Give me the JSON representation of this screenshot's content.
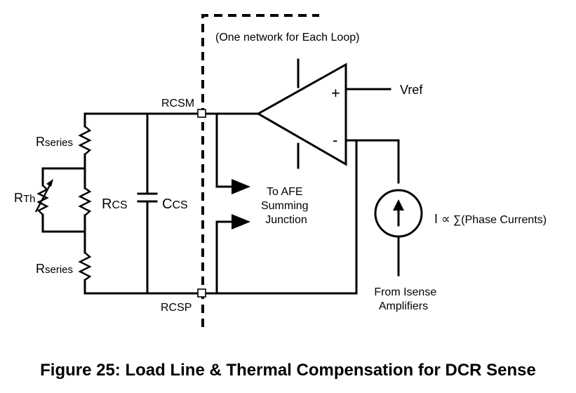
{
  "caption": "Figure 25: Load Line & Thermal Compensation for DCR Sense",
  "labels": {
    "network_note": "(One network for Each Loop)",
    "vref": "Vref",
    "rcsm": "RCSM",
    "rcsp": "RCSP",
    "to_afe_line1": "To AFE",
    "to_afe_line2": "Summing",
    "to_afe_line3": "Junction",
    "from_isense_line1": "From Isense",
    "from_isense_line2": "Amplifiers",
    "plus": "+",
    "minus": "-",
    "phase_currents": "(Phase Currents)",
    "proportional_symbol": "∝",
    "sigma_symbol": "∑",
    "current_symbol": "I",
    "r_main": "R",
    "r_series_sub": "series",
    "r_th_sub": "Th",
    "r_cs_sub": "CS",
    "c_main": "C",
    "c_cs_sub": "CS"
  }
}
